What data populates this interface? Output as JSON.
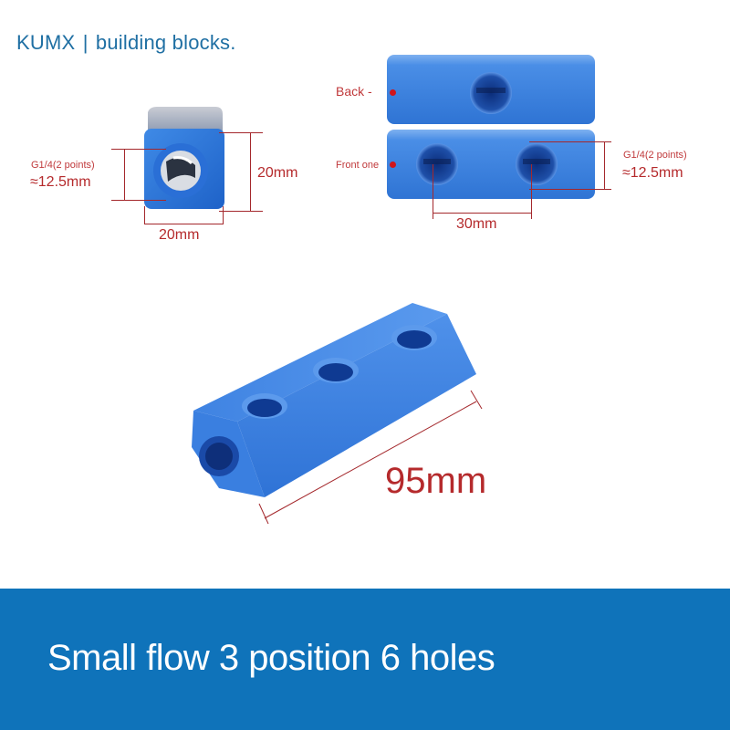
{
  "header": {
    "brand": "KUMX",
    "separator": "|",
    "tagline": "building blocks."
  },
  "end_view": {
    "thread_label": "G1/4(2 points)",
    "thread_size": "≈12.5mm",
    "height_label": "20mm",
    "width_label": "20mm"
  },
  "side_views": {
    "back_label": "Back -",
    "front_label": "Front one",
    "thread_label": "G1/4(2 points)",
    "thread_size": "≈12.5mm",
    "spacing_label": "30mm"
  },
  "main_view": {
    "length_label": "95mm"
  },
  "banner": {
    "title": "Small flow 3 position 6 holes"
  },
  "colors": {
    "brand": "#1f6fa3",
    "dimension_red": "#b8282a",
    "banner_blue": "#0f73ba",
    "part_blue": "#3b82e0"
  }
}
